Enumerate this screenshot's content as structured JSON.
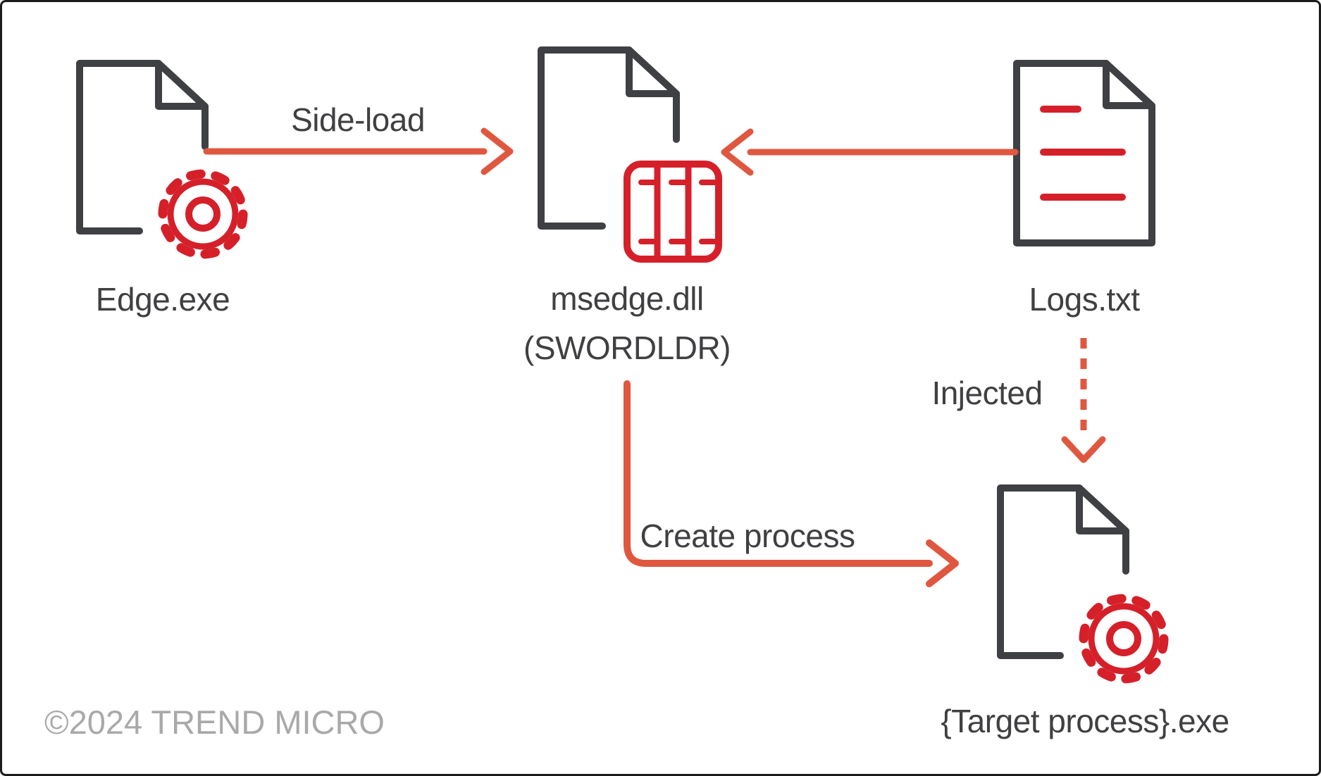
{
  "diagram": {
    "nodes": [
      {
        "id": "edge-exe",
        "label": "Edge.exe",
        "icon": "file-gear-icon"
      },
      {
        "id": "msedge-dll",
        "label": "msedge.dll",
        "sublabel": "(SWORDLDR)",
        "icon": "file-library-icon"
      },
      {
        "id": "logs-txt",
        "label": "Logs.txt",
        "icon": "file-text-icon"
      },
      {
        "id": "target-process",
        "label": "{Target process}.exe",
        "icon": "file-gear-icon"
      }
    ],
    "edges": [
      {
        "label": "Side-load",
        "from": "Edge.exe",
        "to": "msedge.dll",
        "style": "solid-arrow"
      },
      {
        "label": "",
        "from": "Logs.txt",
        "to": "msedge.dll",
        "style": "solid-arrow"
      },
      {
        "label": "Injected",
        "from": "Logs.txt",
        "to": "{Target process}.exe",
        "style": "dashed-arrow"
      },
      {
        "label": "Create process",
        "from": "msedge.dll",
        "to": "{Target process}.exe",
        "style": "solid-arrow"
      }
    ],
    "footer": {
      "copyright": "©2024 TREND MICRO"
    },
    "colors": {
      "outline_dark": "#3f4043",
      "icon_red": "#d5202a",
      "arrow_orange": "#e05740",
      "text": "#404043",
      "copyright_gray": "#a9a9a9",
      "background": "#ffffff",
      "border": "#1c1c1c"
    }
  }
}
